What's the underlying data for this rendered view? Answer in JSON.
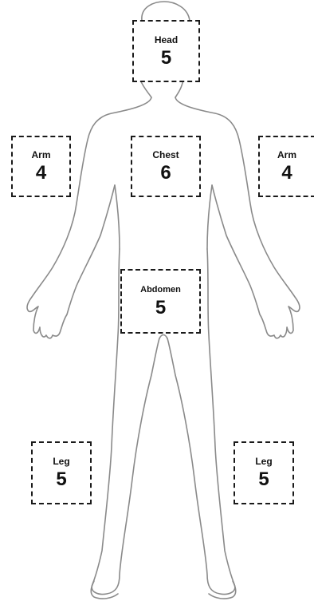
{
  "zones": {
    "head": {
      "label": "Head",
      "value": "5"
    },
    "arm_left": {
      "label": "Arm",
      "value": "4"
    },
    "chest": {
      "label": "Chest",
      "value": "6"
    },
    "arm_right": {
      "label": "Arm",
      "value": "4"
    },
    "abdomen": {
      "label": "Abdomen",
      "value": "5"
    },
    "leg_left": {
      "label": "Leg",
      "value": "5"
    },
    "leg_right": {
      "label": "Leg",
      "value": "5"
    }
  },
  "colors": {
    "outline": "#8a8a8a",
    "box_border": "#1a1a1a",
    "text": "#111111"
  }
}
